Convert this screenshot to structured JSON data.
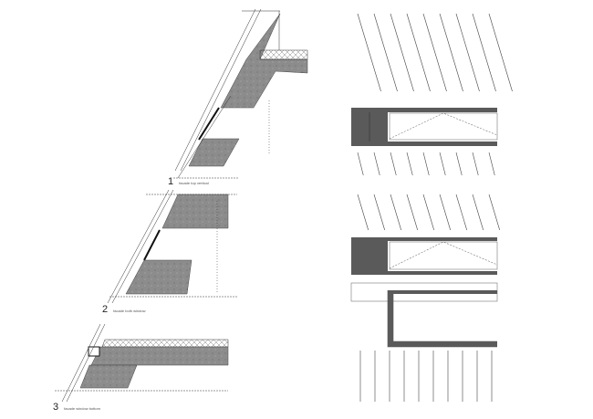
{
  "details": [
    {
      "number": "1",
      "title": "facade top vertical"
    },
    {
      "number": "2",
      "title": "facade both window"
    },
    {
      "number": "3",
      "title": "facade window bottom"
    }
  ],
  "colors": {
    "concrete": "#8c8c8c",
    "steel": "#5a5a5a",
    "line": "#333333"
  }
}
